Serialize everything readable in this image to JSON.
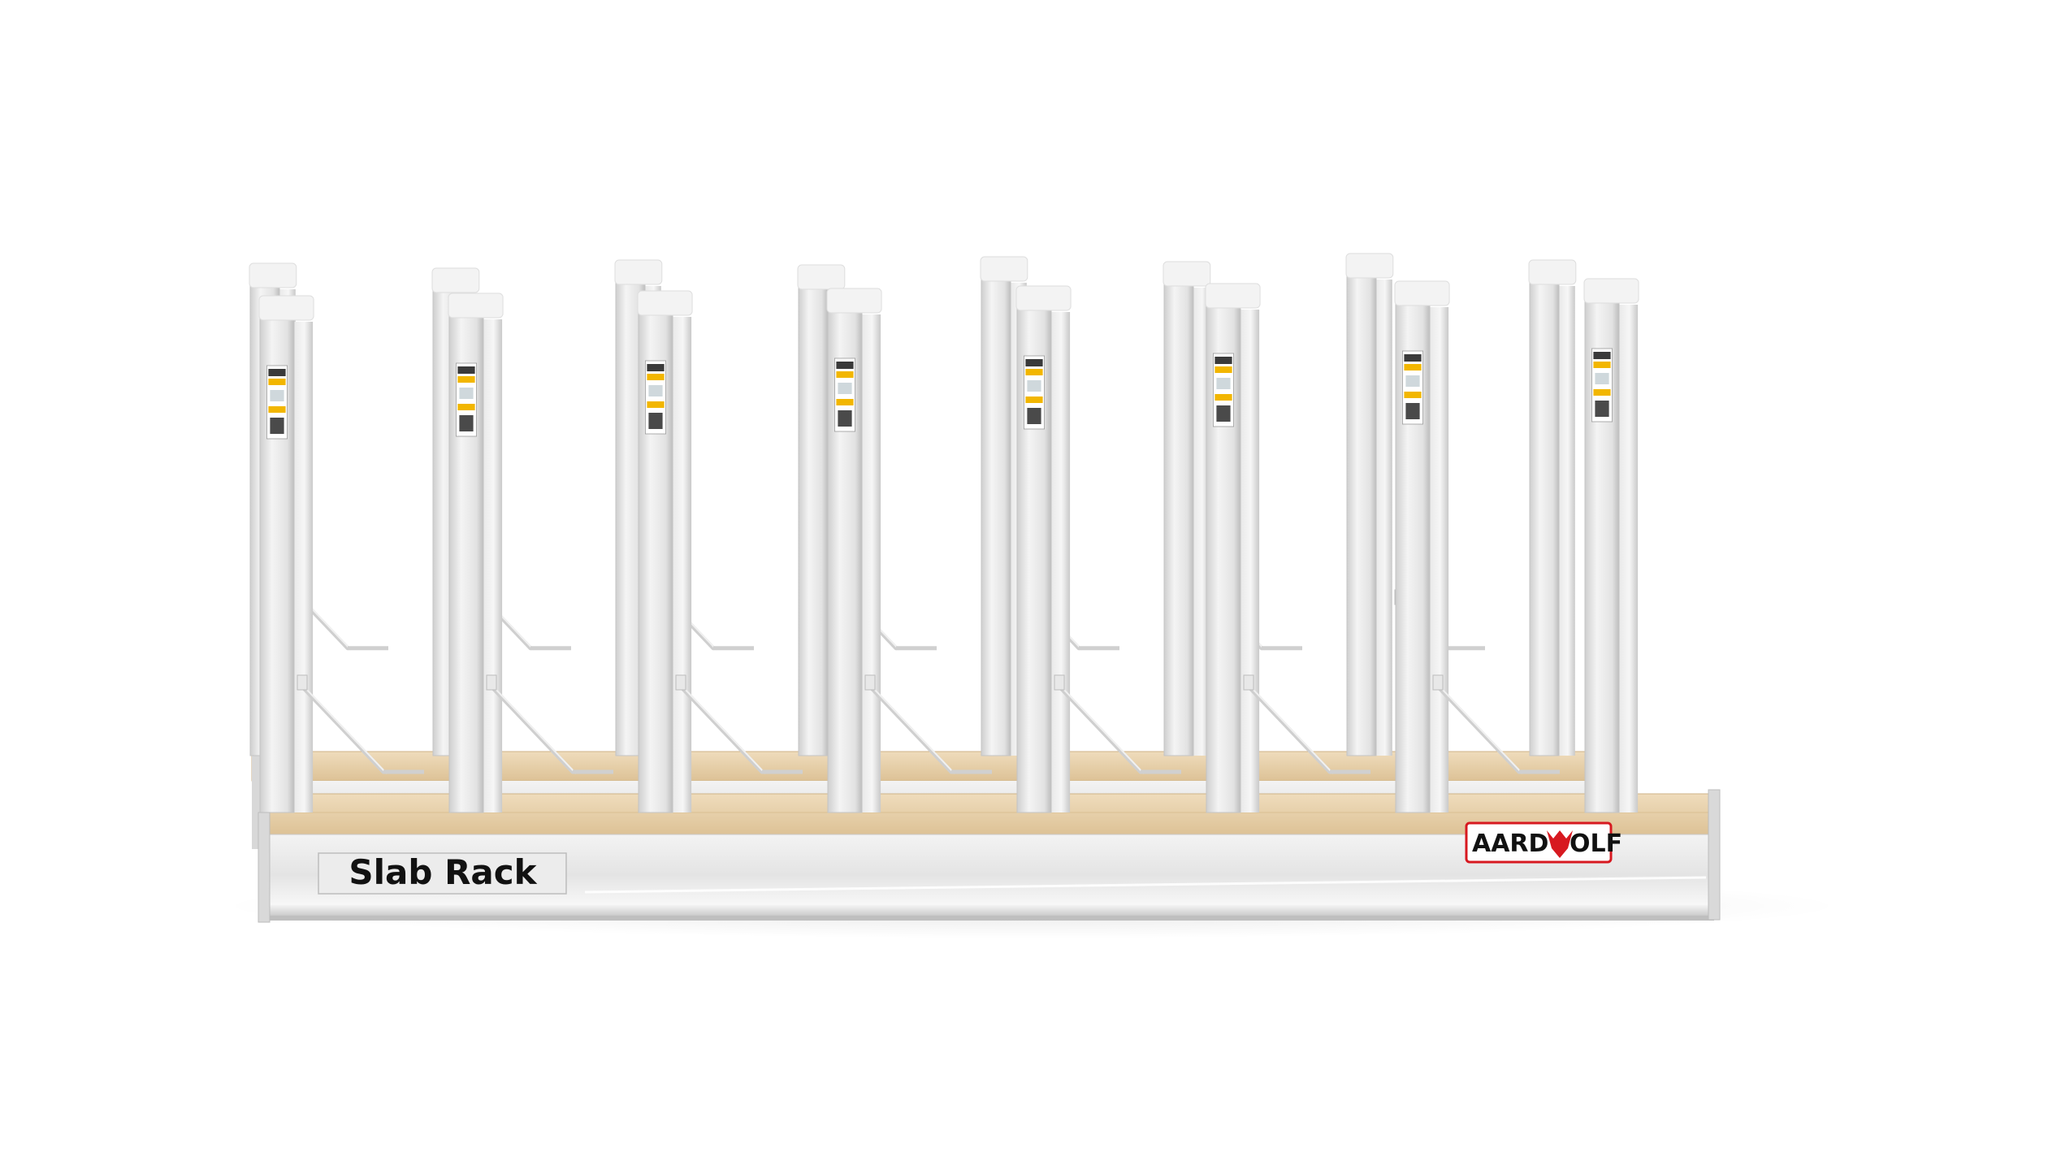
{
  "image": {
    "title": "",
    "background": "#ffffff"
  },
  "rack": {
    "name_plate": "Slab Rack",
    "brand_logo": {
      "text_left": "AARD",
      "text_right": "OLF",
      "mark": "wolf-head-icon",
      "text_color": "#111111",
      "accent_color": "#d71920",
      "border_color": "#d71920"
    },
    "post_count_back": 8,
    "post_count_front": 8,
    "colors": {
      "aluminum": "#dcdcdc",
      "aluminum_light": "#f2f2f2",
      "aluminum_dark": "#b7b7b7",
      "wood": "#e8d3ae",
      "wood_dark": "#cfb387",
      "label_yellow": "#f2b600",
      "label_dark": "#3a3a3a"
    }
  }
}
